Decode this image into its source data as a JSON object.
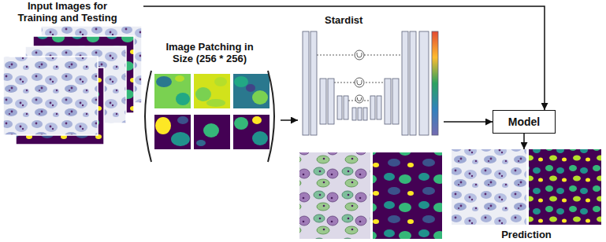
{
  "diagram": {
    "nodes": [
      {
        "text": [
          "Input Images for Training and Testing"
        ]
      },
      {
        "text": [
          "Image Patching in Size (256 * 256)"
        ]
      },
      {
        "text": [
          "Stardist"
        ]
      },
      {
        "text": [
          "Model"
        ]
      },
      {
        "text": [
          "Prediction"
        ]
      }
    ],
    "edges": [
      {
        "from": 1,
        "to": 2,
        "arrow": "to"
      },
      {
        "from": 0,
        "to": 3,
        "arrow": "to"
      },
      {
        "from": 2,
        "to": 3,
        "arrow": "to"
      },
      {
        "from": 3,
        "to": 4,
        "arrow": "to"
      }
    ]
  }
}
